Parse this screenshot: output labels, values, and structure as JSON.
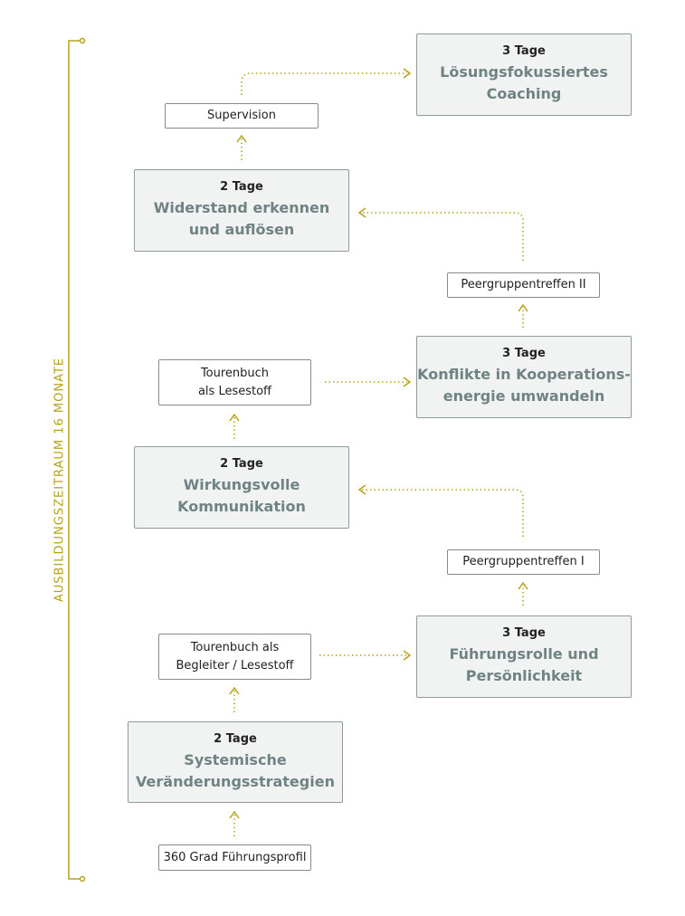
{
  "timeline": {
    "label": "AUSBILDUNGSZEITRAUM 16 MONATE"
  },
  "modules": [
    {
      "days": "2 Tage",
      "title": "Systemische\nVeränderungsstrategien"
    },
    {
      "days": "3 Tage",
      "title": "Führungsrolle und\nPersönlichkeit"
    },
    {
      "days": "2 Tage",
      "title": "Wirkungsvolle\nKommunikation"
    },
    {
      "days": "3 Tage",
      "title": "Konflikte in Kooperations-\nenergie umwandeln"
    },
    {
      "days": "2 Tage",
      "title": "Widerstand erkennen\nund auflösen"
    },
    {
      "days": "3 Tage",
      "title": "Lösungsfokussiertes\nCoaching"
    }
  ],
  "notes": [
    {
      "text": "360 Grad Führungsprofil"
    },
    {
      "text": "Tourenbuch als\nBegleiter / Lesestoff"
    },
    {
      "text": "Peergruppentreffen I"
    },
    {
      "text": "Tourenbuch\nals Lesestoff"
    },
    {
      "text": "Peergruppentreffen II"
    },
    {
      "text": "Supervision"
    }
  ],
  "colors": {
    "accent": "#b5a21a",
    "module_fill": "#f1f3f3",
    "module_title": "#6f8383"
  }
}
